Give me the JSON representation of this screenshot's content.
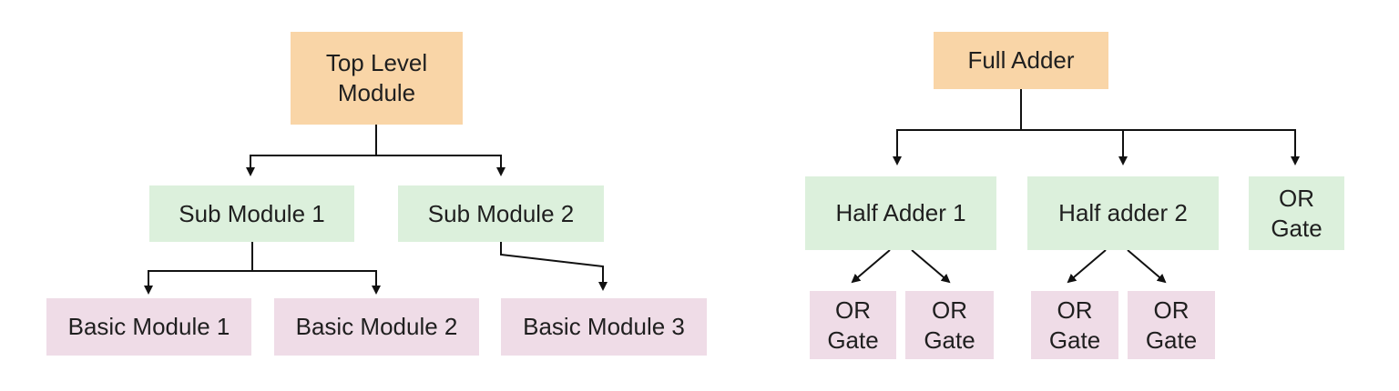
{
  "colors": {
    "top_level": "#f9d5a7",
    "mid_level": "#dcf0dc",
    "leaf_level": "#efdce7",
    "connector": "#111111"
  },
  "left_hierarchy": {
    "top": {
      "lines": [
        "Top Level",
        "Module"
      ]
    },
    "sub_modules": [
      {
        "lines": [
          "Sub Module 1"
        ]
      },
      {
        "lines": [
          "Sub Module 2"
        ]
      }
    ],
    "basic_modules": [
      {
        "lines": [
          "Basic Module 1"
        ]
      },
      {
        "lines": [
          "Basic Module 2"
        ]
      },
      {
        "lines": [
          "Basic Module 3"
        ]
      }
    ]
  },
  "right_hierarchy": {
    "top": {
      "lines": [
        "Full Adder"
      ]
    },
    "components": [
      {
        "lines": [
          "Half Adder 1"
        ]
      },
      {
        "lines": [
          "Half adder 2"
        ]
      },
      {
        "lines": [
          "OR",
          "Gate"
        ]
      }
    ],
    "gates": [
      {
        "lines": [
          "OR",
          "Gate"
        ]
      },
      {
        "lines": [
          "OR",
          "Gate"
        ]
      },
      {
        "lines": [
          "OR",
          "Gate"
        ]
      },
      {
        "lines": [
          "OR",
          "Gate"
        ]
      }
    ]
  }
}
